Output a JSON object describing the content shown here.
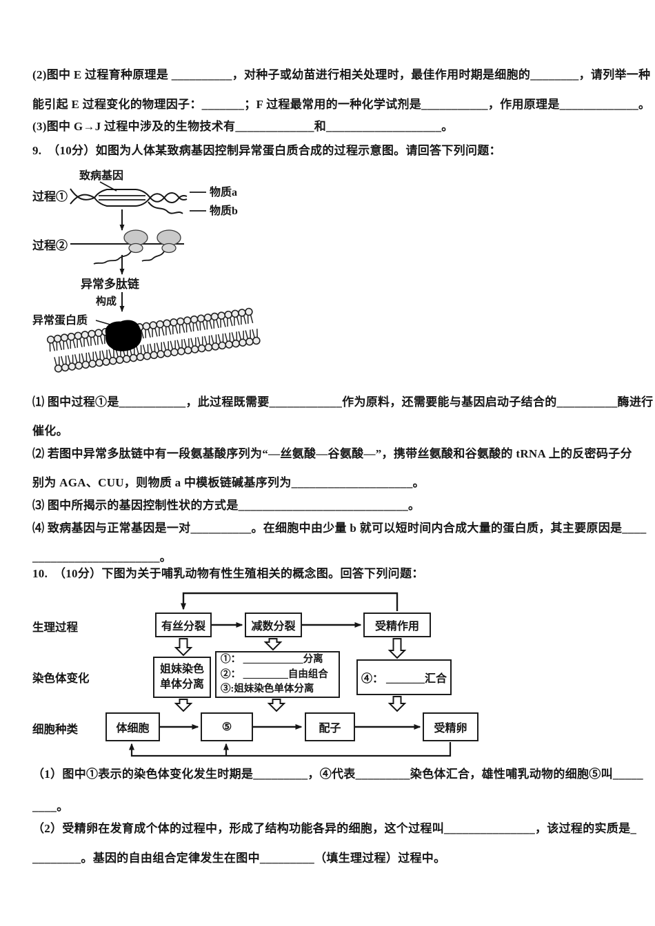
{
  "doc": {
    "t8": {
      "l1": "(2)图中 E 过程育种原理是 __________，对种子或幼苗进行相关处理时，最佳作用时期是细胞的________，请列举一种",
      "l2": "能引起 E 过程变化的物理因子：_______；F 过程最常用的一种化学试剂是___________，作用原理是_____________。",
      "l3": "(3)图中 G→J 过程中涉及的生物技术有_____________和___________________。"
    },
    "q9": {
      "stem": "9.　（10分）如图为人体某致病基因控制异常蛋白质合成的过程示意图。请回答下列问题：",
      "diagram": {
        "gene": "致病基因",
        "p1": "过程①",
        "p2": "过程②",
        "sub_a": "物质a",
        "sub_b1": "物质b",
        "sub_b2": "物质b",
        "polypeptide": "异常多肽链",
        "compose": "构成",
        "protein": "异常蛋白质"
      },
      "s1a": "⑴ 图中过程①是___________，此过程既需要____________作为原料，还需要能与基因启动子结合的__________酶进行",
      "s1b": "催化。",
      "s2a": "⑵ 若图中异常多肽链中有一段氨基酸序列为“—丝氨酸—谷氨酸—”，携带丝氨酸和谷氨酸的 tRNA 上的反密码子分",
      "s2b": "别为 AGA、CUU，则物质 a 中模板链碱基序列为____________________。",
      "s3": "⑶ 图中所揭示的基因控制性状的方式是____________________________。",
      "s4a": "⑷ 致病基因与正常基因是一对__________。在细胞中由少量 b 就可以短时间内合成大量的蛋白质，其主要原因是____",
      "s4b": "_____________________。"
    },
    "q10": {
      "stem": "10.　（10分）下图为关于哺乳动物有性生殖相关的概念图。回答下列问题：",
      "diagram": {
        "rowlabels": [
          "生理过程",
          "染色体变化",
          "细胞种类"
        ],
        "r1": [
          "有丝分裂",
          "减数分裂",
          "受精作用"
        ],
        "r2b1": [
          "姐妹染色",
          "单体分离"
        ],
        "r2b2": [
          "①： ____________分离",
          "②： _________自由组合",
          "③:姐妹染色单体分离"
        ],
        "r2b3": "④： _______汇合",
        "r3": [
          "体细胞",
          "⑤",
          "配子",
          "受精卵"
        ]
      },
      "s1a": "（1）图中①表示的染色体变化发生时期是_________，④代表_________染色体汇合，雄性哺乳动物的细胞⑤叫_____",
      "s1b": "____。",
      "s2a": "（2）受精卵在发育成个体的过程中，形成了结构功能各异的细胞，这个过程叫_______________，该过程的实质是_",
      "s2b": "________。基因的自由组合定律发生在图中_________（填生理过程）过程中。"
    }
  }
}
